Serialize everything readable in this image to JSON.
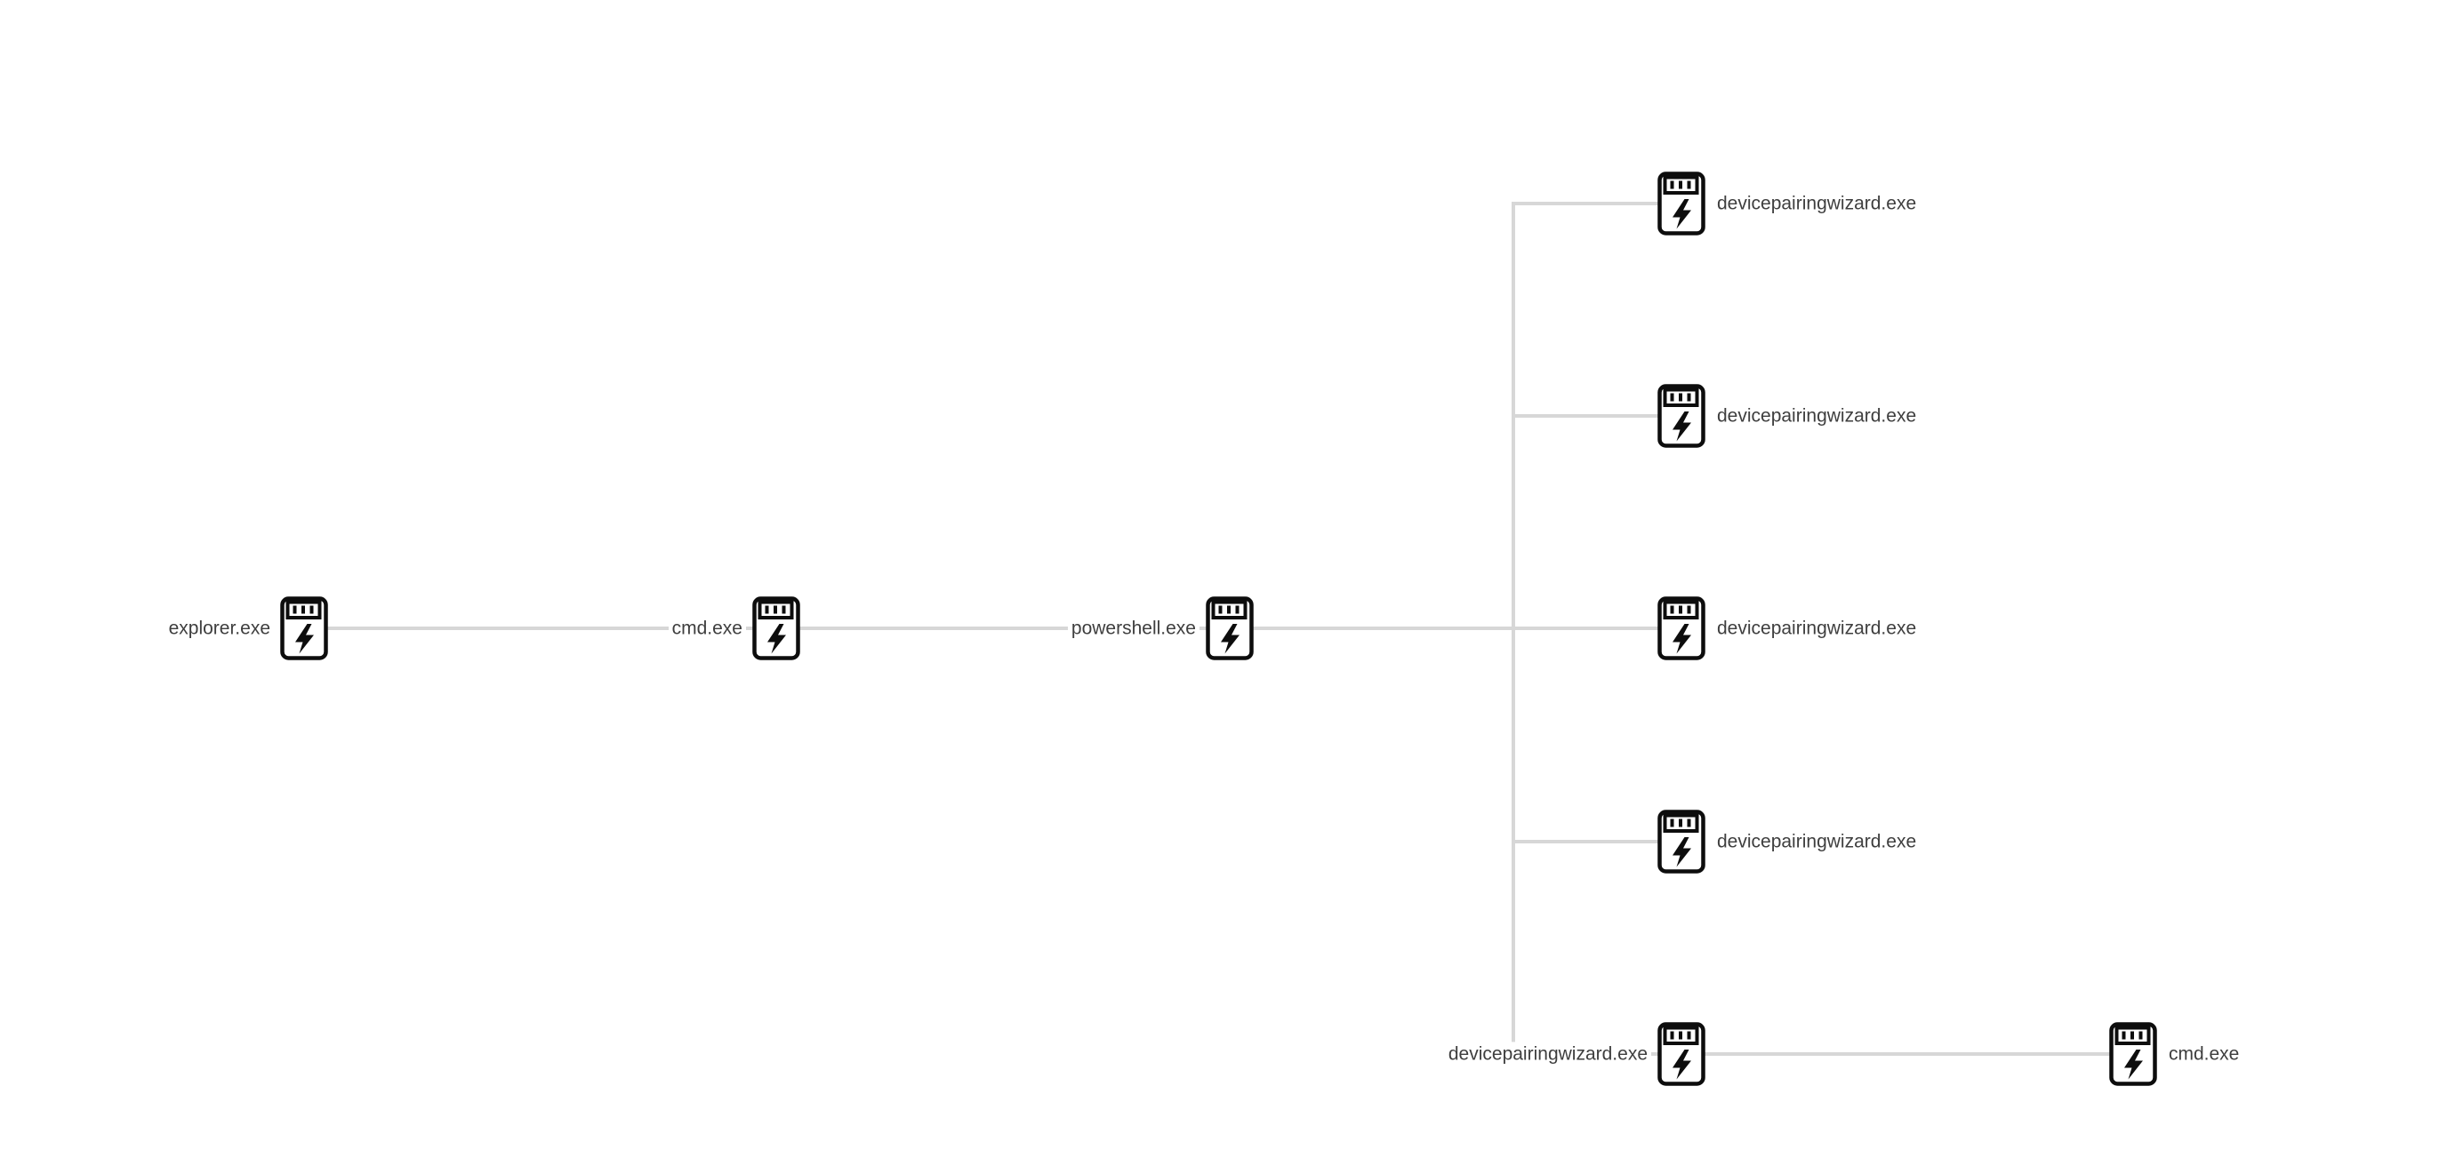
{
  "diagram": {
    "type": "process-tree-graph",
    "background_color": "#ffffff",
    "edge_color": "#d7d7d7",
    "label_text_color": "#3e3e3e",
    "icon_color": "#0d0d0d",
    "icon_fill": "#ffffff",
    "icon_name": "process-device-lightning-icon"
  },
  "nodes": [
    {
      "id": "explorer",
      "label": "explorer.exe",
      "label_side": "left"
    },
    {
      "id": "cmd-1",
      "label": "cmd.exe",
      "label_side": "left"
    },
    {
      "id": "powershell",
      "label": "powershell.exe",
      "label_side": "left"
    },
    {
      "id": "dpw-1",
      "label": "devicepairingwizard.exe",
      "label_side": "right"
    },
    {
      "id": "dpw-2",
      "label": "devicepairingwizard.exe",
      "label_side": "right"
    },
    {
      "id": "dpw-3",
      "label": "devicepairingwizard.exe",
      "label_side": "right"
    },
    {
      "id": "dpw-4",
      "label": "devicepairingwizard.exe",
      "label_side": "right"
    },
    {
      "id": "dpw-5",
      "label": "devicepairingwizard.exe",
      "label_side": "left"
    },
    {
      "id": "cmd-2",
      "label": "cmd.exe",
      "label_side": "right"
    }
  ],
  "edges": [
    {
      "from": "explorer",
      "to": "cmd-1"
    },
    {
      "from": "cmd-1",
      "to": "powershell"
    },
    {
      "from": "powershell",
      "to": "dpw-1"
    },
    {
      "from": "powershell",
      "to": "dpw-2"
    },
    {
      "from": "powershell",
      "to": "dpw-3"
    },
    {
      "from": "powershell",
      "to": "dpw-4"
    },
    {
      "from": "powershell",
      "to": "dpw-5"
    },
    {
      "from": "dpw-5",
      "to": "cmd-2"
    }
  ]
}
